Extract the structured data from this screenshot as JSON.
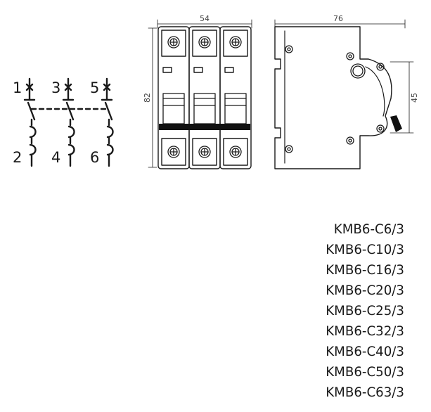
{
  "front_view": {
    "width_label": "54",
    "height_label": "82"
  },
  "side_view": {
    "depth_label": "76",
    "rail_label": "45"
  },
  "schematic": {
    "line_terminals": [
      "1",
      "3",
      "5"
    ],
    "load_terminals": [
      "2",
      "4",
      "6"
    ]
  },
  "models": [
    "KMB6-C6/3",
    "KMB6-C10/3",
    "KMB6-C16/3",
    "KMB6-C20/3",
    "KMB6-C25/3",
    "KMB6-C32/3",
    "KMB6-C40/3",
    "KMB6-C50/3",
    "KMB6-C63/3"
  ],
  "colors": {
    "ink": "#1a1a1a",
    "handle": "#111111"
  }
}
